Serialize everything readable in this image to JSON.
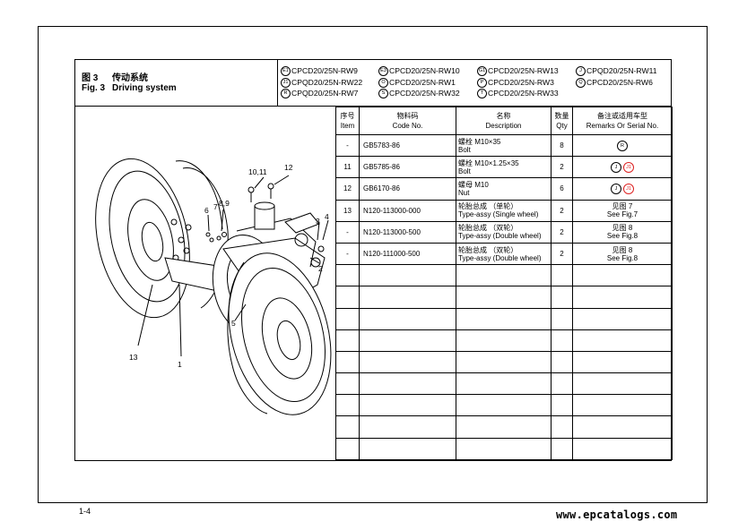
{
  "figure": {
    "cn_number": "图 3",
    "cn_title": "传动系统",
    "en_number": "Fig. 3",
    "en_title": "Driving system"
  },
  "models": [
    {
      "badge": "E1",
      "name": "CPCD20/25N-RW9"
    },
    {
      "badge": "E3",
      "name": "CPCD20/25N-RW10"
    },
    {
      "badge": "G1",
      "name": "CPCD20/25N-RW13"
    },
    {
      "badge": "J",
      "name": "CPQD20/25N-RW11"
    },
    {
      "badge": "J1",
      "name": "CPQD20/25N-RW22"
    },
    {
      "badge": "O",
      "name": "CPCD20/25N-RW1"
    },
    {
      "badge": "P",
      "name": "CPCD20/25N-RW3"
    },
    {
      "badge": "Q",
      "name": "CPCD20/25N-RW6"
    },
    {
      "badge": "R",
      "name": "CPQD20/25N-RW7"
    },
    {
      "badge": "S",
      "name": "CPCD20/25N-RW32"
    },
    {
      "badge": "T",
      "name": "CPCD20/25N-RW33"
    }
  ],
  "table": {
    "headers": {
      "item_cn": "序号",
      "item_en": "Item",
      "code_cn": "物料码",
      "code_en": "Code No.",
      "desc_cn": "名称",
      "desc_en": "Description",
      "qty_cn": "数量",
      "qty_en": "Qty",
      "rem_cn": "备注或适用车型",
      "rem_en": "Remarks Or Serial No."
    },
    "rows": [
      {
        "item": "-",
        "code": "GB5783-86",
        "desc_cn": "螺栓 M10×35",
        "desc_en": "Bolt",
        "qty": "8",
        "rem1": "",
        "rem2": "",
        "badges": [
          "R"
        ]
      },
      {
        "item": "11",
        "code": "GB5785-86",
        "desc_cn": "螺栓 M10×1.25×35",
        "desc_en": "Bolt",
        "qty": "2",
        "rem1": "",
        "rem2": "",
        "badges": [
          "J",
          "J1"
        ]
      },
      {
        "item": "12",
        "code": "GB6170-86",
        "desc_cn": "螺母 M10",
        "desc_en": "Nut",
        "qty": "6",
        "rem1": "",
        "rem2": "",
        "badges": [
          "J",
          "J1"
        ]
      },
      {
        "item": "13",
        "code": "N120-113000-000",
        "desc_cn": "轮胎总成 （单轮）",
        "desc_en": "Type-assy (Single wheel)",
        "qty": "2",
        "rem1": "见图 7",
        "rem2": "See Fig.7",
        "badges": []
      },
      {
        "item": "-",
        "code": "N120-113000-500",
        "desc_cn": "轮胎总成 （双轮）",
        "desc_en": "Type-assy (Double wheel)",
        "qty": "2",
        "rem1": "见图 8",
        "rem2": "See Fig.8",
        "badges": []
      },
      {
        "item": "-",
        "code": "N120-111000-500",
        "desc_cn": "轮胎总成 （双轮）",
        "desc_en": "Type-assy (Double wheel)",
        "qty": "2",
        "rem1": "见图 8",
        "rem2": "See Fig.8",
        "badges": []
      }
    ],
    "empty_rows": 9
  },
  "callouts": [
    "10,11",
    "12",
    "7",
    "8,9",
    "6",
    "3",
    "4",
    "2",
    "5",
    "13",
    "1"
  ],
  "page_number": "1-4",
  "brand": "www.epcatalogs.com"
}
